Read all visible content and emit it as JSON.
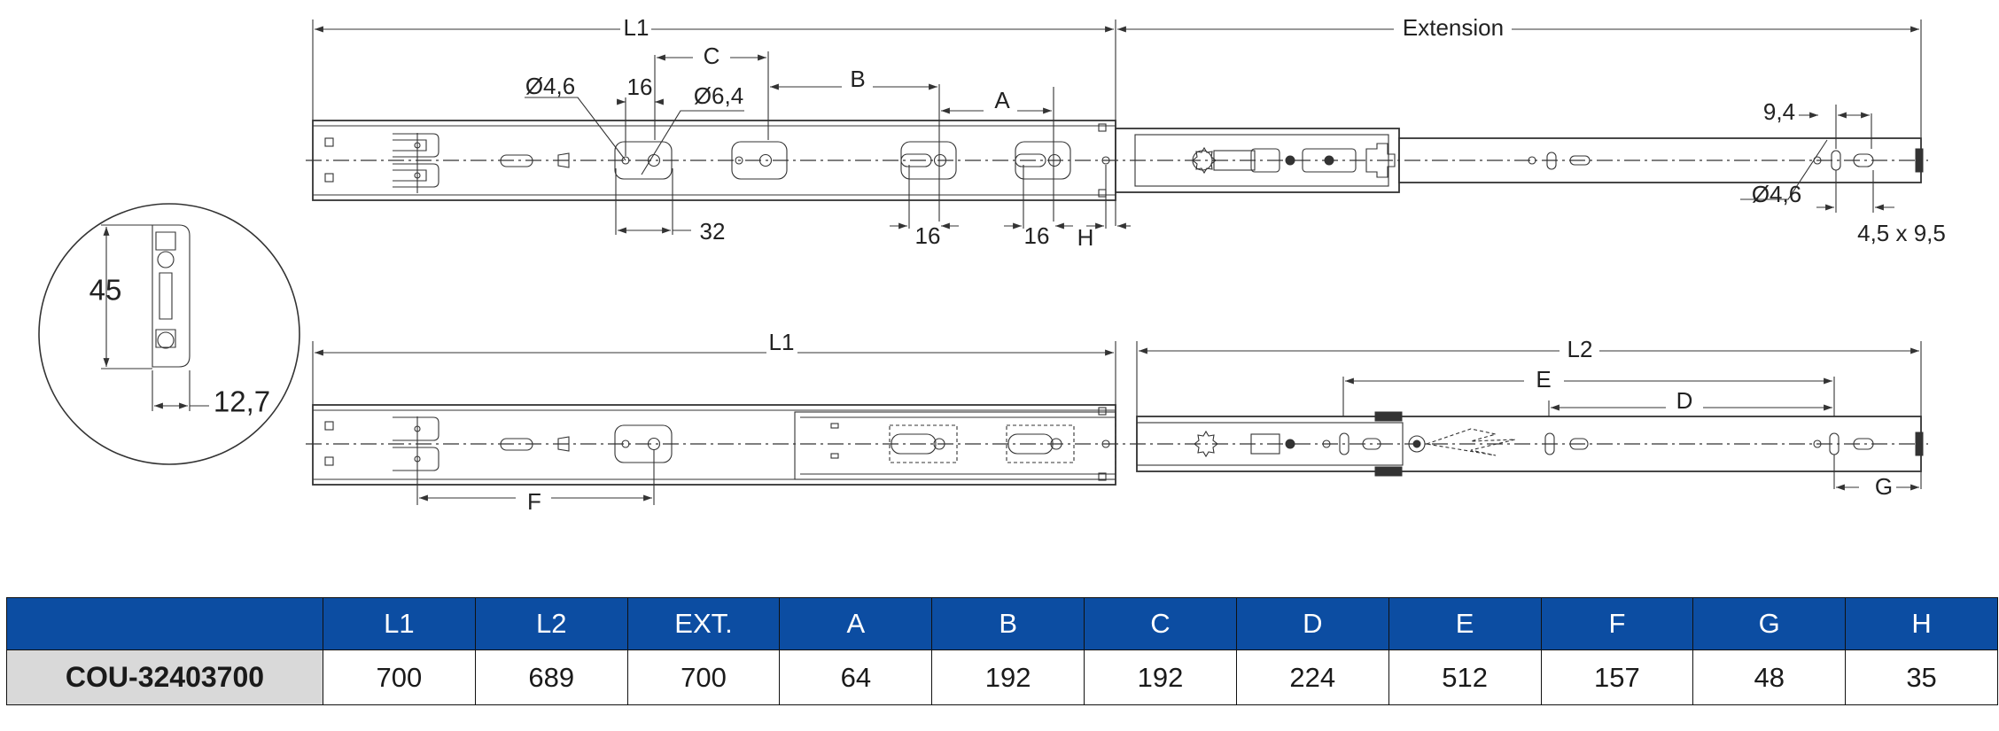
{
  "drawing": {
    "top_view": {
      "l1": "L1",
      "extension": "Extension",
      "c": "C",
      "b": "B",
      "a": "A",
      "d46": "Ø4,6",
      "d64": "Ø6,4",
      "d16_top": "16",
      "d32": "32",
      "d16_b": "16",
      "d16_a": "16",
      "h": "H",
      "d94": "9,4",
      "d46_end": "Ø4,6",
      "slot": "4,5 x 9,5"
    },
    "section_view": {
      "height": "45",
      "width": "12,7"
    },
    "bottom_view": {
      "l1": "L1",
      "l2": "L2",
      "e": "E",
      "d": "D",
      "f": "F",
      "g": "G"
    }
  },
  "table": {
    "headers": [
      "L1",
      "L2",
      "EXT.",
      "A",
      "B",
      "C",
      "D",
      "E",
      "F",
      "G",
      "H"
    ],
    "rows": [
      {
        "code": "COU-32403700",
        "values": [
          "700",
          "689",
          "700",
          "64",
          "192",
          "192",
          "224",
          "512",
          "157",
          "48",
          "35"
        ]
      }
    ]
  }
}
